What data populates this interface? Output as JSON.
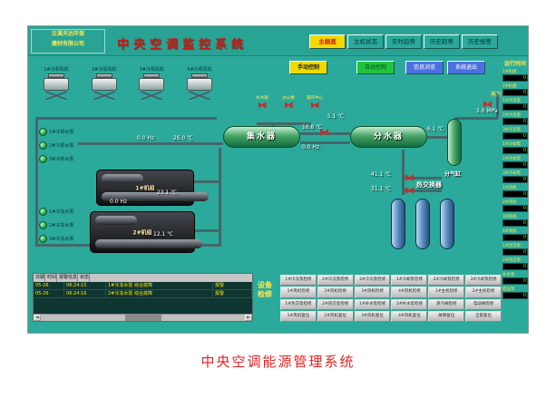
{
  "caption": "中央空调能源管理系统",
  "header": {
    "company_line1": "兰溪天达环保",
    "company_line2": "建材有限公司",
    "title": "中央空调监控系统",
    "nav": [
      "主画面",
      "主机状态",
      "实时趋势",
      "历史趋势",
      "历史报警"
    ]
  },
  "toolbar": {
    "manual": "手动控制",
    "auto": "自动控制",
    "info": "信息浏览",
    "exit": "系统退出"
  },
  "sidebar": {
    "title": "运行时间",
    "items": [
      {
        "label": "1#机组",
        "value": "0"
      },
      {
        "label": "2#机组",
        "value": "0"
      },
      {
        "label": "1#冷冻泵",
        "value": "0"
      },
      {
        "label": "2#冷冻泵",
        "value": "0"
      },
      {
        "label": "3#冷冻泵",
        "value": "0"
      },
      {
        "label": "1#冷却泵",
        "value": "0"
      },
      {
        "label": "2#冷却泵",
        "value": "0"
      },
      {
        "label": "3#冷却泵",
        "value": "0"
      },
      {
        "label": "1#风机",
        "value": "0"
      },
      {
        "label": "2#风机",
        "value": "0"
      },
      {
        "label": "3#风机",
        "value": "0"
      },
      {
        "label": "4#风机",
        "value": "0"
      },
      {
        "label": "1#热交泵",
        "value": "0"
      },
      {
        "label": "2#热交泵",
        "value": "0"
      },
      {
        "label": "补水泵",
        "value": "0"
      },
      {
        "label": "稳压泵",
        "value": "0"
      }
    ]
  },
  "plant": {
    "towers": [
      "1#冷却风机",
      "2#冷却风机",
      "3#冷却风机",
      "4#冷却风机"
    ],
    "cooling_pumps": [
      "1#冷却水泵",
      "2#冷却水泵",
      "3#冷却水泵"
    ],
    "chilled_pumps": [
      "1#冷冻水泵",
      "2#冷冻水泵",
      "3#冷冻水泵"
    ],
    "chiller1": "1#机组",
    "chiller2": "2#机组",
    "collector": "集水器",
    "distributor": "分水器",
    "steam_header": "分气缸",
    "heat_exchanger": "热交换器",
    "branches": [
      "补水箱",
      "办公楼",
      "循环中心"
    ],
    "steam": "蒸汽",
    "readouts": {
      "cooling_freq": "0.0 Hz",
      "cooling_supply": "26.0 ℃",
      "chilled_return": "16.8 ℃",
      "chilled_freq": "0.0 Hz",
      "header_temp": "5.1 ℃",
      "steam_pressure": "3.6 MPa",
      "distributor_out": "6.1 ℃",
      "hx_out": "41.1 ℃",
      "hx_in": "31.1 ℃",
      "unit1_temp": "23.1 ℃",
      "unit2_temp": "12.1 ℃",
      "pump_freq": "0.0 Hz"
    }
  },
  "alarm_table": {
    "columns": [
      "日期",
      "时间",
      "报警信息",
      "状态"
    ],
    "rows": [
      [
        "05-26",
        "08:24:15",
        "1#冷冻水泵 综合故障",
        "报警"
      ],
      [
        "05-26",
        "08:24:16",
        "2#冷冻水泵 综合故障",
        "报警"
      ]
    ]
  },
  "maintenance": {
    "label1": "设备",
    "label2": "检修",
    "buttons": [
      "1#冷冻泵检修",
      "2#冷冻泵检修",
      "3#冷冻泵检修",
      "1#冷却泵检修",
      "2#冷却泵检修",
      "3#冷却泵检修",
      "1#风机检修",
      "2#风机检修",
      "3#风机检修",
      "4#风机检修",
      "1#主机检修",
      "2#主机检修",
      "1#热交泵检修",
      "2#热交泵检修",
      "1#补水泵检修",
      "2#补水泵检修",
      "蒸汽阀检修",
      "电动阀检修",
      "1#风机复位",
      "2#风机复位",
      "3#风机复位",
      "4#风机复位",
      "故障复位",
      "全部复位"
    ]
  },
  "icons": {
    "scroll_left": "◄",
    "scroll_right": "►"
  }
}
